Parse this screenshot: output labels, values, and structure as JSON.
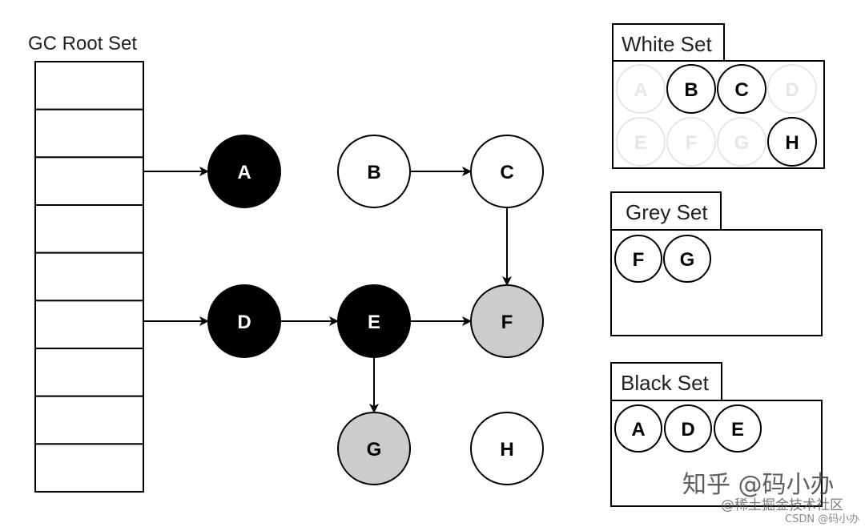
{
  "gc_root": {
    "title": "GC Root Set",
    "slots": 9
  },
  "colors": {
    "black": "#000000",
    "grey": "#cccccc",
    "white": "#ffffff",
    "faded": "#e6e6e6",
    "stroke": "#000000"
  },
  "graph": {
    "nodes": [
      {
        "id": "A",
        "color": "black"
      },
      {
        "id": "B",
        "color": "white"
      },
      {
        "id": "C",
        "color": "white"
      },
      {
        "id": "D",
        "color": "black"
      },
      {
        "id": "E",
        "color": "black"
      },
      {
        "id": "F",
        "color": "grey"
      },
      {
        "id": "G",
        "color": "grey"
      },
      {
        "id": "H",
        "color": "white"
      }
    ],
    "edges": [
      {
        "from": "root-slot-3",
        "to": "A"
      },
      {
        "from": "root-slot-6",
        "to": "D"
      },
      {
        "from": "B",
        "to": "C"
      },
      {
        "from": "C",
        "to": "F"
      },
      {
        "from": "D",
        "to": "E"
      },
      {
        "from": "E",
        "to": "F"
      },
      {
        "from": "E",
        "to": "G"
      }
    ]
  },
  "sets": {
    "white": {
      "title": "White Set",
      "items": [
        {
          "label": "A",
          "faded": true
        },
        {
          "label": "B",
          "faded": false
        },
        {
          "label": "C",
          "faded": false
        },
        {
          "label": "D",
          "faded": true
        },
        {
          "label": "E",
          "faded": true
        },
        {
          "label": "F",
          "faded": true
        },
        {
          "label": "G",
          "faded": true
        },
        {
          "label": "H",
          "faded": false
        }
      ]
    },
    "grey": {
      "title": "Grey Set",
      "items": [
        {
          "label": "F"
        },
        {
          "label": "G"
        }
      ]
    },
    "black": {
      "title": "Black Set",
      "items": [
        {
          "label": "A"
        },
        {
          "label": "D"
        },
        {
          "label": "E"
        }
      ]
    }
  },
  "watermark": {
    "main": "知乎 @码小办",
    "sub": "@稀土掘金技术社区",
    "tiny": "CSDN @码小办"
  }
}
